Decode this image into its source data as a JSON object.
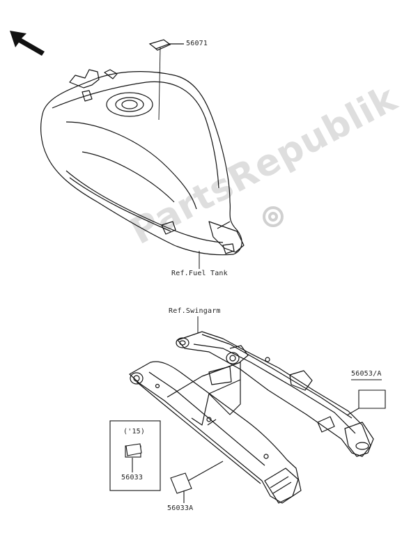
{
  "labels": {
    "part_56071": "56071",
    "ref_fuel_tank": "Ref.Fuel Tank",
    "ref_swingarm": "Ref.Swingarm",
    "part_56053_a": "56053/A",
    "year_15": "('15)",
    "part_56033": "56033",
    "part_56033a": "56033A"
  },
  "watermark": {
    "text": "PartsRepublik"
  },
  "colors": {
    "line": "#111111",
    "watermark": "#d9d9d9"
  },
  "icons": {
    "direction": "arrow-up-left-icon",
    "watermark_gear": "gear-icon"
  }
}
